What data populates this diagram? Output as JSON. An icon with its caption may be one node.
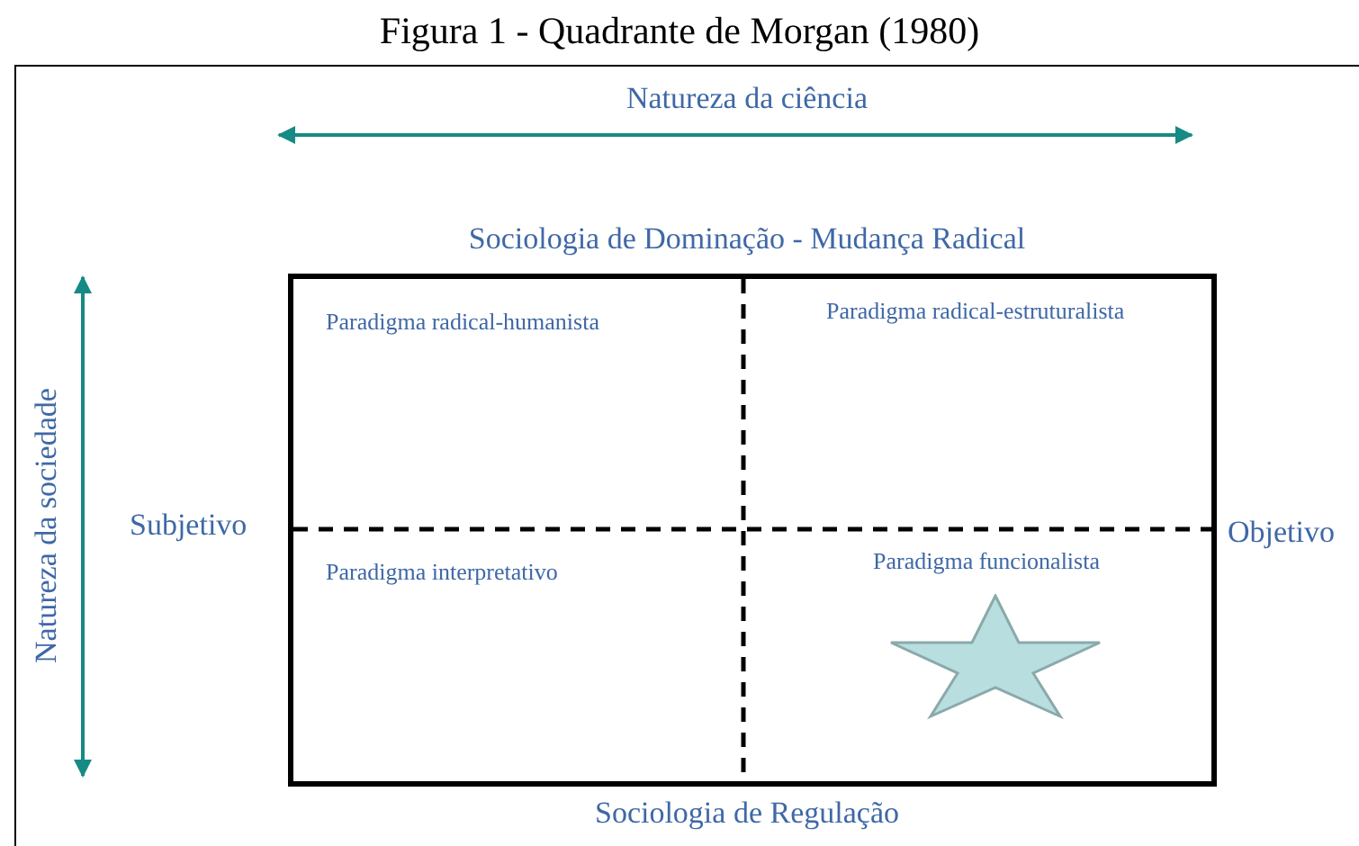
{
  "diagram": {
    "title": "Figura 1 - Quadrante de Morgan (1980)",
    "nodes": [
      {
        "text": [],
        "shape": "box"
      },
      {
        "text": [
          "Paradigma radical-humanista"
        ],
        "in": 0
      },
      {
        "text": [
          "Paradigma radical-estruturalista"
        ],
        "in": 0
      },
      {
        "text": [
          "Paradigma interpretativo"
        ],
        "in": 0
      },
      {
        "text": [
          "Paradigma funcionalista"
        ],
        "in": 0
      }
    ],
    "labels": [
      "Natureza da ciência",
      "Sociologia de Dominação - Mudança Radical",
      "Natureza da sociedade",
      "Subjetivo",
      "Objetivo",
      "Sociologia de Regulação"
    ]
  }
}
